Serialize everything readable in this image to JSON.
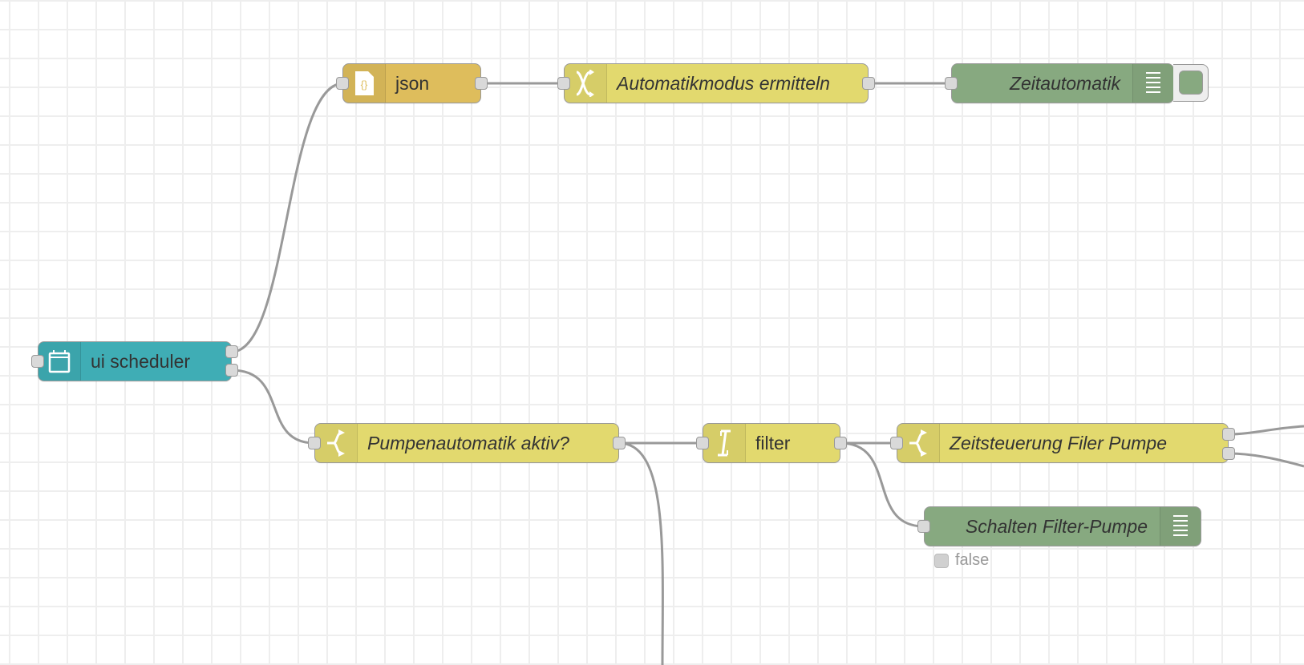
{
  "editor": {
    "grid": true
  },
  "colors": {
    "dashboard_node": "#3FADB5",
    "json_node": "#DEBD5C",
    "function_node": "#E2D96E",
    "debug_node": "#87A980",
    "wire": "#999999",
    "port": "#D9D9D9",
    "status_text": "#999999"
  },
  "nodes": {
    "ui_scheduler": {
      "label": "ui scheduler",
      "icon": "calendar-icon",
      "type": "dashboard"
    },
    "json": {
      "label": "json",
      "icon": "json-file-icon",
      "type": "parser"
    },
    "automatikmodus": {
      "label": "Automatikmodus ermitteln",
      "icon": "shuffle-icon",
      "type": "change"
    },
    "zeitautomatik": {
      "label": "Zeitautomatik",
      "icon": "debug-list-icon",
      "type": "debug",
      "active": true
    },
    "pumpenautomatik": {
      "label": "Pumpenautomatik aktiv?",
      "icon": "switch-icon",
      "type": "switch"
    },
    "filter": {
      "label": "filter",
      "icon": "filter-icon",
      "type": "filter"
    },
    "zeitsteuerung": {
      "label": "Zeitsteuerung Filer Pumpe",
      "icon": "switch-icon",
      "type": "switch"
    },
    "schalten": {
      "label": "Schalten Filter-Pumpe",
      "icon": "debug-list-icon",
      "type": "debug",
      "status": "false"
    }
  },
  "wires": [
    {
      "from": "ui_scheduler",
      "to": "json"
    },
    {
      "from": "ui_scheduler",
      "to": "pumpenautomatik"
    },
    {
      "from": "json",
      "to": "automatikmodus"
    },
    {
      "from": "automatikmodus",
      "to": "zeitautomatik"
    },
    {
      "from": "pumpenautomatik",
      "to": "filter"
    },
    {
      "from": "pumpenautomatik",
      "to": "offscreen-below"
    },
    {
      "from": "filter",
      "to": "zeitsteuerung"
    },
    {
      "from": "filter",
      "to": "schalten"
    },
    {
      "from": "zeitsteuerung",
      "to": "offscreen-right-1"
    },
    {
      "from": "zeitsteuerung",
      "to": "offscreen-right-2"
    }
  ]
}
